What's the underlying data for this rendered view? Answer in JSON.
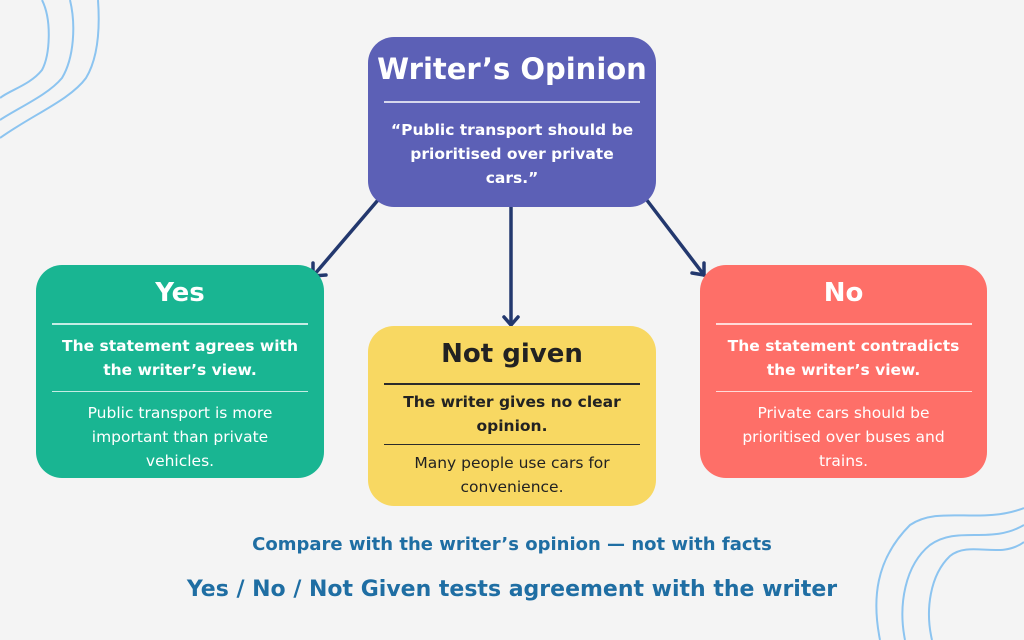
{
  "colors": {
    "background": "#f4f4f4",
    "opinion_box": "#5c60b6",
    "yes_box": "#19b592",
    "not_given_box": "#f8d862",
    "no_box": "#fe6f68",
    "arrow": "#23386e",
    "footer_text": "#1f6ea3",
    "decor_lines": "#8cc4f0"
  },
  "opinion": {
    "title": "Writer’s Opinion",
    "quote_line1": "“Public transport should be",
    "quote_line2": "prioritised over private cars.”"
  },
  "yes": {
    "title": "Yes",
    "definition_line1": "The statement agrees with",
    "definition_line2": "the writer’s view.",
    "example_line1": "Public transport is more",
    "example_line2": "important than private",
    "example_line3": "vehicles."
  },
  "not_given": {
    "title": "Not given",
    "definition_line1": "The writer gives no clear",
    "definition_line2": "opinion.",
    "example_line1": "Many people use cars for",
    "example_line2": "convenience."
  },
  "no": {
    "title": "No",
    "definition_line1": "The statement contradicts",
    "definition_line2": "the writer’s view.",
    "example_line1": "Private cars should be",
    "example_line2": "prioritised over buses and",
    "example_line3": "trains."
  },
  "footer": {
    "tip": "Compare with the writer’s opinion — not with facts",
    "summary": "Yes / No / Not Given tests agreement with the writer"
  }
}
